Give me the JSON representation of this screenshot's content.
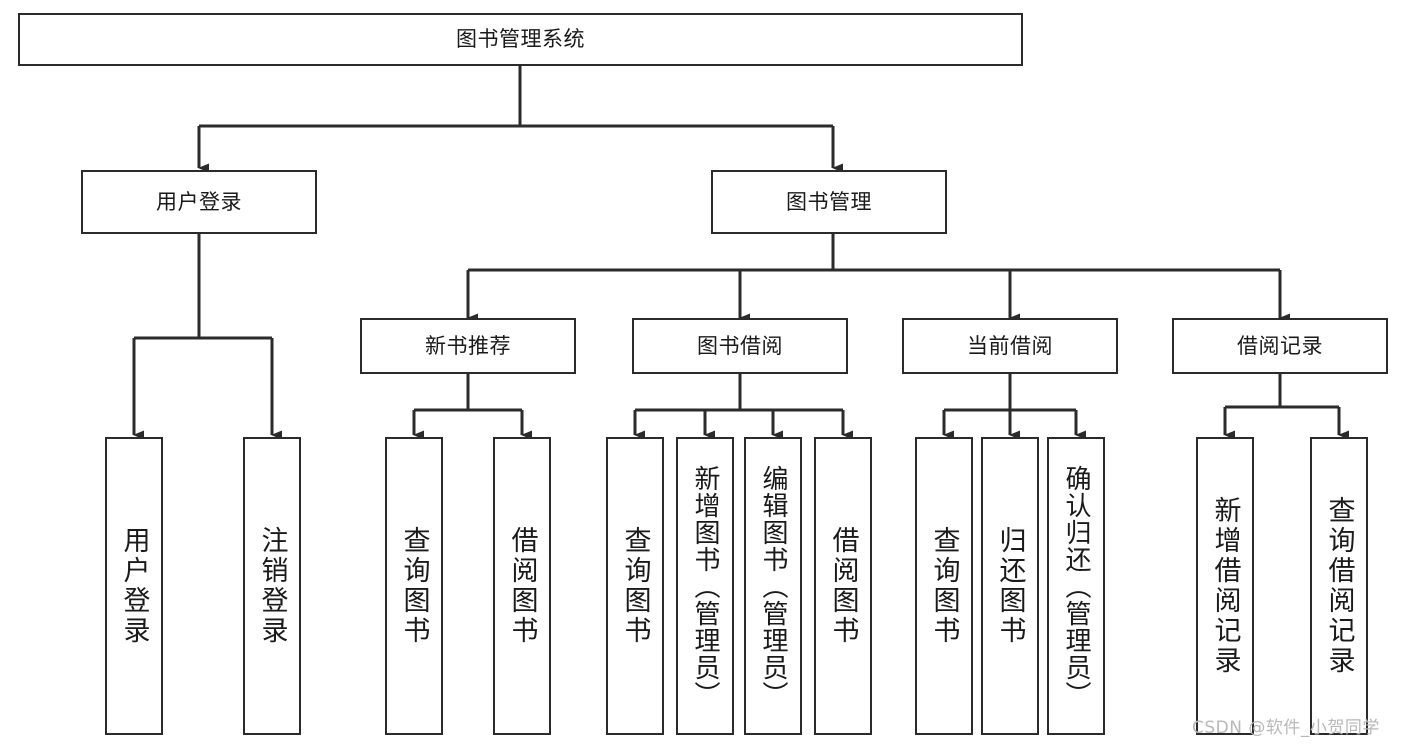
{
  "page": {
    "title": "图书管理系统",
    "background_color": "#ffffff",
    "line_color": "#2b2b2b",
    "text_color": "#1a1a1a",
    "watermark": "CSDN @软件_小贺同学",
    "watermark_color": "#b8b8b8"
  },
  "tree": {
    "root": {
      "label": "图书管理系统"
    },
    "level2": [
      {
        "label": "用户登录"
      },
      {
        "label": "图书管理"
      }
    ],
    "level3": [
      {
        "label": "新书推荐"
      },
      {
        "label": "图书借阅"
      },
      {
        "label": "当前借阅"
      },
      {
        "label": "借阅记录"
      }
    ],
    "leaves": {
      "user_login": [
        {
          "label": "用户登录"
        },
        {
          "label": "注销登录"
        }
      ],
      "new_book_recommend": [
        {
          "label": "查询图书"
        },
        {
          "label": "借阅图书"
        }
      ],
      "book_borrow": [
        {
          "label": "查询图书"
        },
        {
          "label": "新增图书（管理员）"
        },
        {
          "label": "编辑图书（管理员）"
        },
        {
          "label": "借阅图书"
        }
      ],
      "current_borrow": [
        {
          "label": "查询图书"
        },
        {
          "label": "归还图书"
        },
        {
          "label": "确认归还（管理员）"
        }
      ],
      "borrow_records": [
        {
          "label": "新增借阅记录"
        },
        {
          "label": "查询借阅记录"
        }
      ]
    }
  }
}
